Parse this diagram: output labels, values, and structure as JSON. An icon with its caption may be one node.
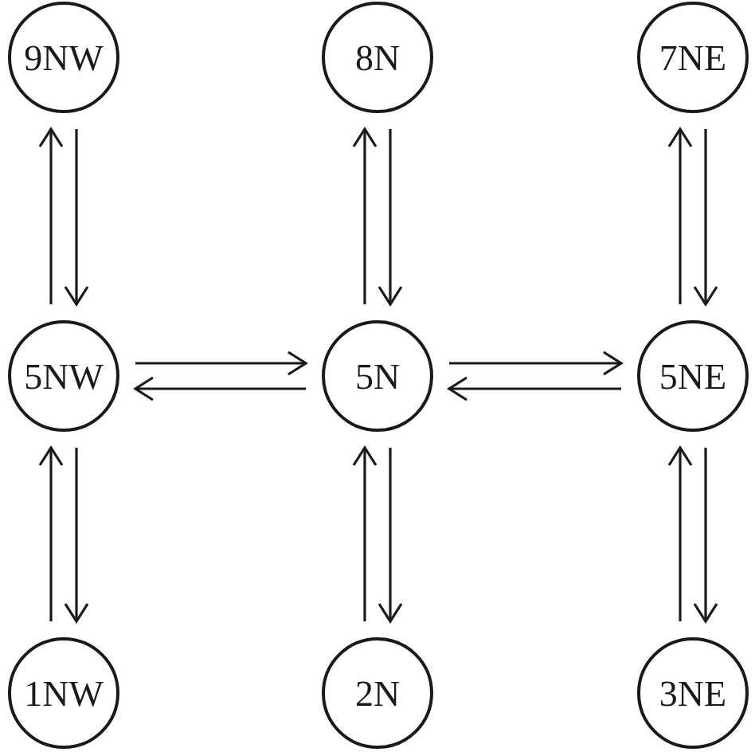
{
  "diagram": {
    "nodes": [
      {
        "text": [
          "9NW"
        ]
      },
      {
        "text": [
          "8N"
        ]
      },
      {
        "text": [
          "7NE"
        ]
      },
      {
        "text": [
          "5NW"
        ]
      },
      {
        "text": [
          "5N"
        ]
      },
      {
        "text": [
          "5NE"
        ]
      },
      {
        "text": [
          "1NW"
        ]
      },
      {
        "text": [
          "2N"
        ]
      },
      {
        "text": [
          "3NE"
        ]
      }
    ],
    "edges": [
      {
        "from": 3,
        "to": 0,
        "arrow": "to"
      },
      {
        "from": 0,
        "to": 3,
        "arrow": "to"
      },
      {
        "from": 1,
        "to": 4,
        "arrow": "to"
      },
      {
        "from": 4,
        "to": 1,
        "arrow": "to"
      },
      {
        "from": 5,
        "to": 2,
        "arrow": "to"
      },
      {
        "from": 2,
        "to": 5,
        "arrow": "to"
      },
      {
        "from": 3,
        "to": 4,
        "arrow": "to"
      },
      {
        "from": 4,
        "to": 3,
        "arrow": "to"
      },
      {
        "from": 4,
        "to": 5,
        "arrow": "to"
      },
      {
        "from": 5,
        "to": 4,
        "arrow": "to"
      },
      {
        "from": 6,
        "to": 3,
        "arrow": "to"
      },
      {
        "from": 3,
        "to": 6,
        "arrow": "to"
      },
      {
        "from": 7,
        "to": 4,
        "arrow": "to"
      },
      {
        "from": 4,
        "to": 7,
        "arrow": "to"
      },
      {
        "from": 8,
        "to": 5,
        "arrow": "to"
      },
      {
        "from": 5,
        "to": 8,
        "arrow": "to"
      }
    ]
  }
}
